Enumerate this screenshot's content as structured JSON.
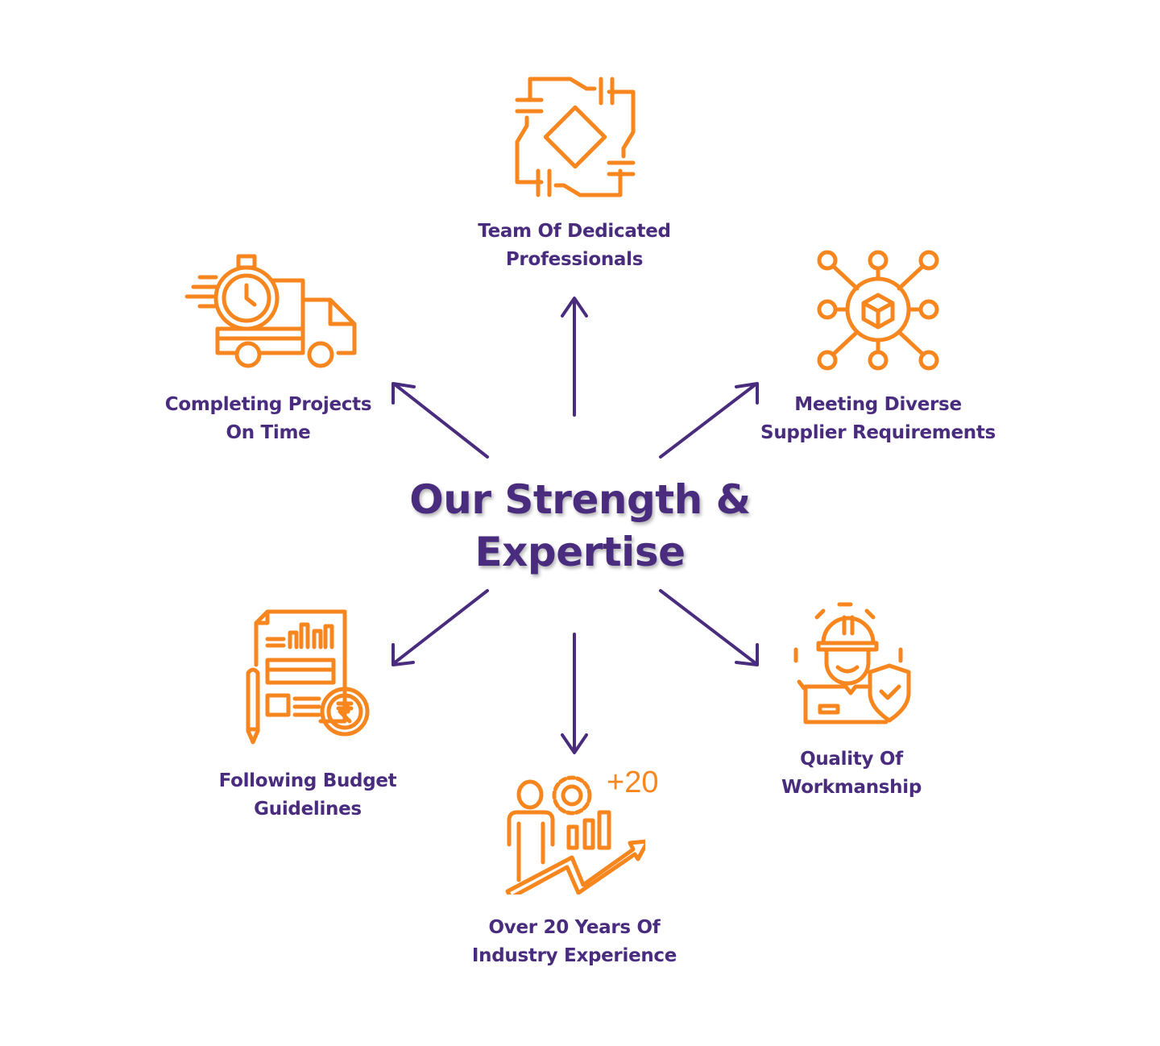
{
  "title": {
    "line1": "Our Strength &",
    "line2": "Expertise"
  },
  "items": [
    {
      "id": "team",
      "icon": "hands-teamwork-icon",
      "line1": "Team Of Dedicated",
      "line2": "Professionals"
    },
    {
      "id": "supplier",
      "icon": "network-box-icon",
      "line1": "Meeting Diverse",
      "line2": "Supplier Requirements"
    },
    {
      "id": "quality",
      "icon": "worker-shield-icon",
      "line1": "Quality Of",
      "line2": "Workmanship"
    },
    {
      "id": "experience",
      "icon": "growth-chart-icon",
      "line1": "Over 20 Years Of",
      "line2": "Industry Experience",
      "badge": "+20"
    },
    {
      "id": "budget",
      "icon": "budget-document-icon",
      "line1": "Following Budget",
      "line2": "Guidelines"
    },
    {
      "id": "ontime",
      "icon": "delivery-truck-clock-icon",
      "line1": "Completing Projects",
      "line2": "On Time"
    }
  ],
  "colors": {
    "primary": "#4a2c7e",
    "accent": "#f7861f"
  }
}
